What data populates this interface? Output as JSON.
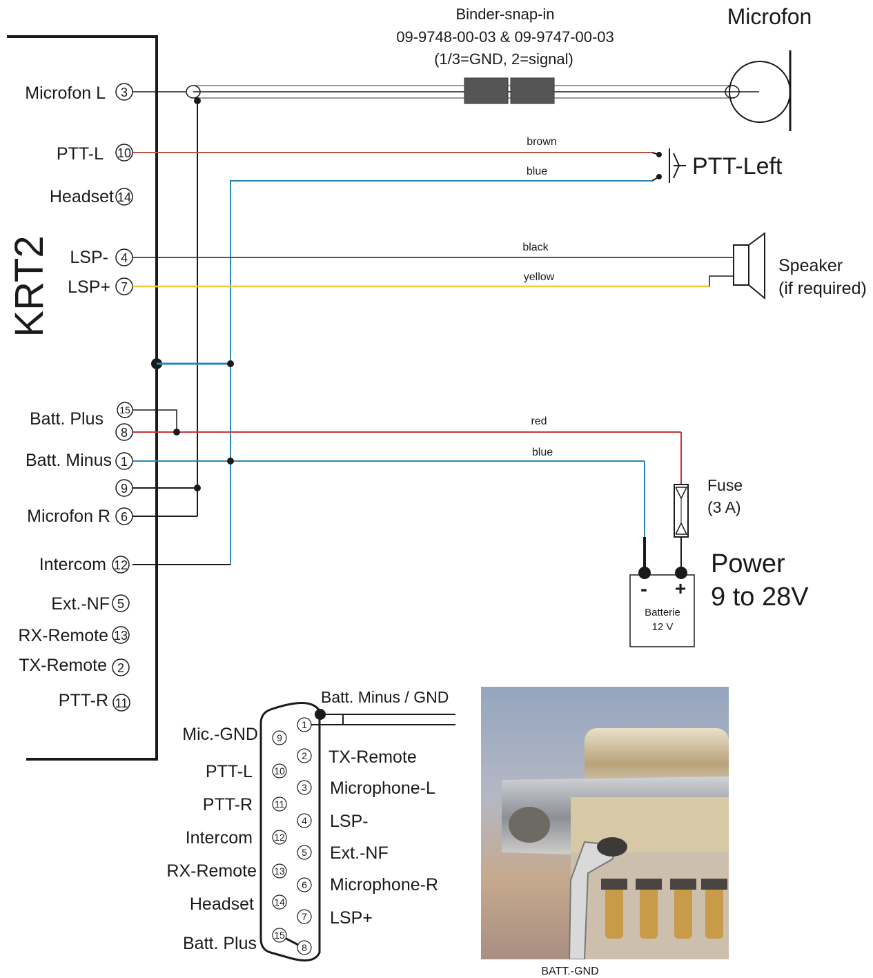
{
  "device": "KRT2",
  "krt2_pins": [
    {
      "label": "Microfon L",
      "pin": "3"
    },
    {
      "label": "PTT-L",
      "pin": "10"
    },
    {
      "label": "Headset",
      "pin": "14"
    },
    {
      "label": "LSP-",
      "pin": "4"
    },
    {
      "label": "LSP+",
      "pin": "7"
    },
    {
      "label": "Batt. Plus",
      "pin": "15"
    },
    {
      "label": "",
      "pin": "8"
    },
    {
      "label": "Batt. Minus",
      "pin": "1"
    },
    {
      "label": "",
      "pin": "9"
    },
    {
      "label": "Microfon R",
      "pin": "6"
    },
    {
      "label": "Intercom",
      "pin": "12"
    },
    {
      "label": "Ext.-NF",
      "pin": "5"
    },
    {
      "label": "RX-Remote",
      "pin": "13"
    },
    {
      "label": "TX-Remote",
      "pin": "2"
    },
    {
      "label": "PTT-R",
      "pin": "11"
    }
  ],
  "connector_note": [
    "Binder-snap-in",
    "09-9748-00-03 & 09-9747-00-03",
    "(1/3=GND,  2=signal)"
  ],
  "components": {
    "microphone": "Microfon",
    "ptt": "PTT-Left",
    "speaker": [
      "Speaker",
      "(if required)"
    ],
    "fuse": [
      "Fuse",
      "(3 A)"
    ],
    "power": [
      "Power",
      "9 to 28V"
    ],
    "battery": [
      "Batterie",
      "12 V"
    ],
    "battery_minus": "-",
    "battery_plus": "+"
  },
  "wire_colors": {
    "brown": "brown",
    "blue_ptt": "blue",
    "black": "black",
    "yellow": "yellow",
    "red": "red",
    "blue_power": "blue"
  },
  "colors": {
    "brown": "#b5563f",
    "blue": "#2b86b3",
    "yellow": "#e8c93a",
    "red": "#c8373a",
    "line": "#1a1a1a"
  },
  "sub_d": {
    "top_label": "Batt. Minus / GND",
    "left_pins": [
      {
        "label": "Mic.-GND",
        "pin": "9"
      },
      {
        "label": "PTT-L",
        "pin": "10"
      },
      {
        "label": "PTT-R",
        "pin": "11"
      },
      {
        "label": "Intercom",
        "pin": "12"
      },
      {
        "label": "RX-Remote",
        "pin": "13"
      },
      {
        "label": "Headset",
        "pin": "14"
      },
      {
        "label": "Batt. Plus",
        "pin": "15"
      }
    ],
    "right_pins": [
      {
        "label": "",
        "pin": "1"
      },
      {
        "label": "TX-Remote",
        "pin": "2"
      },
      {
        "label": "Microphone-L",
        "pin": "3"
      },
      {
        "label": "LSP-",
        "pin": "4"
      },
      {
        "label": "Ext.-NF",
        "pin": "5"
      },
      {
        "label": "Microphone-R",
        "pin": "6"
      },
      {
        "label": "LSP+",
        "pin": "7"
      },
      {
        "label": "",
        "pin": "8"
      }
    ]
  },
  "photo_caption": "BATT.-GND"
}
